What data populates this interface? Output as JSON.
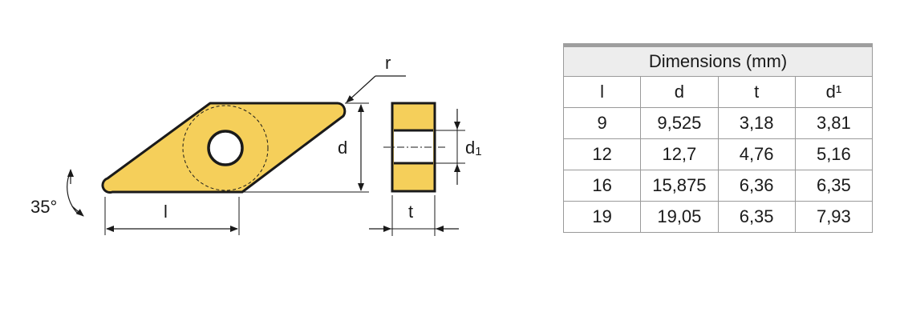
{
  "drawing": {
    "insert_color": "#f5cf5a",
    "outline_color": "#1a1a1a",
    "labels": {
      "radius": "r",
      "thickness_d": "d",
      "hole": "d",
      "hole_sub": "1",
      "length": "l",
      "thickness_t": "t",
      "angle": "35°"
    }
  },
  "table": {
    "title": "Dimensions (mm)",
    "headers": [
      "l",
      "d",
      "t",
      "d¹"
    ],
    "rows": [
      [
        "9",
        "9,525",
        "3,18",
        "3,81"
      ],
      [
        "12",
        "12,7",
        "4,76",
        "5,16"
      ],
      [
        "16",
        "15,875",
        "6,36",
        "6,35"
      ],
      [
        "19",
        "19,05",
        "6,35",
        "7,93"
      ]
    ]
  }
}
